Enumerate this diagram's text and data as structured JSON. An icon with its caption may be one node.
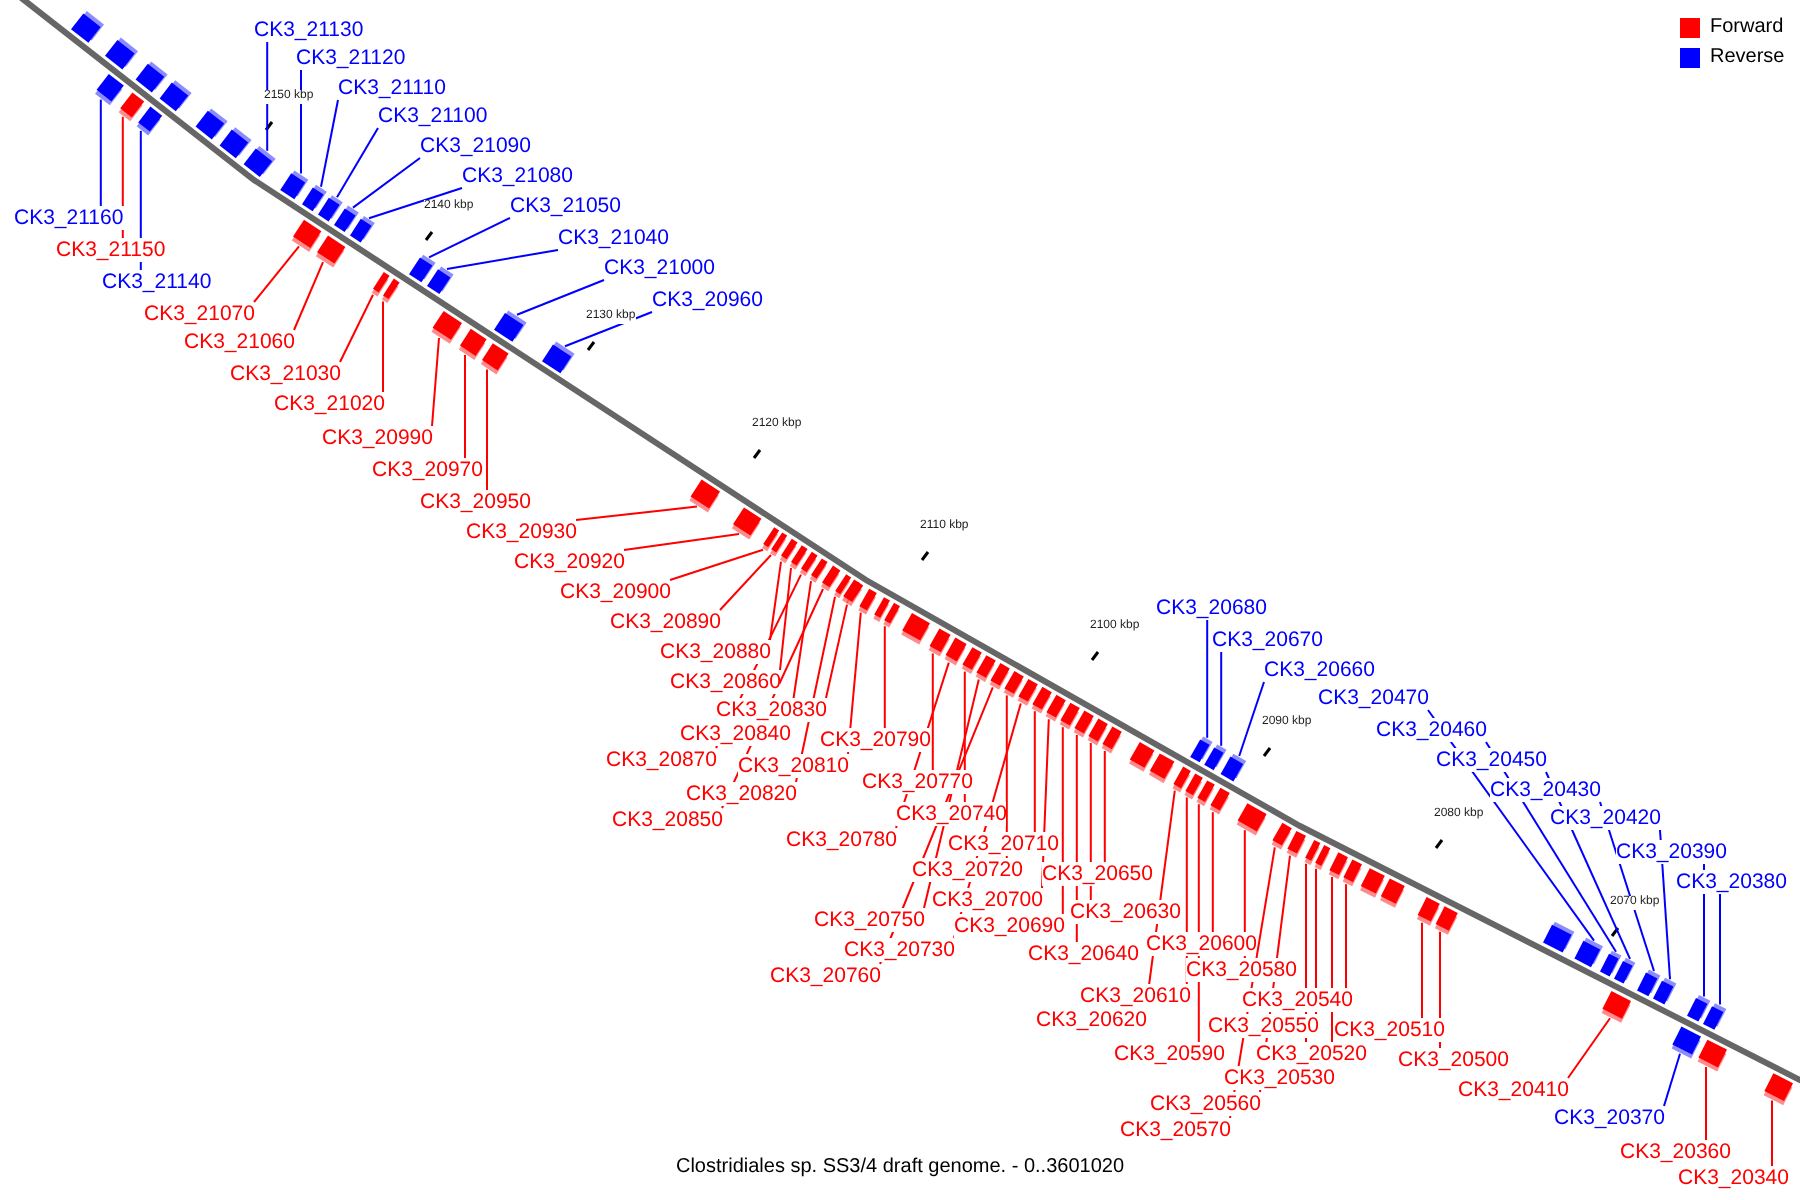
{
  "diagram": {
    "caption": "Clostridiales sp. SS3/4 draft genome. - 0..3601020",
    "nodes": [
      {
        "text": [
          "CK3_21130"
        ]
      },
      {
        "text": [
          "CK3_21120"
        ]
      },
      {
        "text": [
          "CK3_21110"
        ]
      },
      {
        "text": [
          "CK3_21100"
        ]
      },
      {
        "text": [
          "CK3_21090"
        ]
      },
      {
        "text": [
          "CK3_21080"
        ]
      },
      {
        "text": [
          "CK3_21160"
        ]
      },
      {
        "text": [
          "CK3_21050"
        ]
      },
      {
        "text": [
          "CK3_21040"
        ]
      },
      {
        "text": [
          "CK3_21150"
        ]
      },
      {
        "text": [
          "CK3_21000"
        ]
      },
      {
        "text": [
          "CK3_21140"
        ]
      },
      {
        "text": [
          "CK3_20960"
        ]
      },
      {
        "text": [
          "CK3_21070"
        ]
      },
      {
        "text": [
          "CK3_21060"
        ]
      },
      {
        "text": [
          "CK3_21030"
        ]
      },
      {
        "text": [
          "CK3_21020"
        ]
      },
      {
        "text": [
          "CK3_20990"
        ]
      },
      {
        "text": [
          "CK3_20970"
        ]
      },
      {
        "text": [
          "CK3_20950"
        ]
      },
      {
        "text": [
          "CK3_20930"
        ]
      },
      {
        "text": [
          "CK3_20920"
        ]
      },
      {
        "text": [
          "CK3_20900"
        ]
      },
      {
        "text": [
          "CK3_20680"
        ]
      },
      {
        "text": [
          "CK3_20890"
        ]
      },
      {
        "text": [
          "CK3_20670"
        ]
      },
      {
        "text": [
          "CK3_20880"
        ]
      },
      {
        "text": [
          "CK3_20660"
        ]
      },
      {
        "text": [
          "CK3_20860"
        ]
      },
      {
        "text": [
          "CK3_20470"
        ]
      },
      {
        "text": [
          "CK3_20830"
        ]
      },
      {
        "text": [
          "CK3_20460"
        ]
      },
      {
        "text": [
          "CK3_20840"
        ]
      },
      {
        "text": [
          "CK3_20790"
        ]
      },
      {
        "text": [
          "CK3_20450"
        ]
      },
      {
        "text": [
          "CK3_20870"
        ]
      },
      {
        "text": [
          "CK3_20810"
        ]
      },
      {
        "text": [
          "CK3_20770"
        ]
      },
      {
        "text": [
          "CK3_20430"
        ]
      },
      {
        "text": [
          "CK3_20820"
        ]
      },
      {
        "text": [
          "CK3_20740"
        ]
      },
      {
        "text": [
          "CK3_20420"
        ]
      },
      {
        "text": [
          "CK3_20850"
        ]
      },
      {
        "text": [
          "CK3_20780"
        ]
      },
      {
        "text": [
          "CK3_20710"
        ]
      },
      {
        "text": [
          "CK3_20390"
        ]
      },
      {
        "text": [
          "CK3_20720"
        ]
      },
      {
        "text": [
          "CK3_20650"
        ]
      },
      {
        "text": [
          "CK3_20380"
        ]
      },
      {
        "text": [
          "CK3_20700"
        ]
      },
      {
        "text": [
          "CK3_20630"
        ]
      },
      {
        "text": [
          "CK3_20750"
        ]
      },
      {
        "text": [
          "CK3_20690"
        ]
      },
      {
        "text": [
          "CK3_20600"
        ]
      },
      {
        "text": [
          "CK3_20730"
        ]
      },
      {
        "text": [
          "CK3_20640"
        ]
      },
      {
        "text": [
          "CK3_20580"
        ]
      },
      {
        "text": [
          "CK3_20760"
        ]
      },
      {
        "text": [
          "CK3_20610"
        ]
      },
      {
        "text": [
          "CK3_20540"
        ]
      },
      {
        "text": [
          "CK3_20620"
        ]
      },
      {
        "text": [
          "CK3_20550"
        ]
      },
      {
        "text": [
          "CK3_20510"
        ]
      },
      {
        "text": [
          "CK3_20590"
        ]
      },
      {
        "text": [
          "CK3_20520"
        ]
      },
      {
        "text": [
          "CK3_20500"
        ]
      },
      {
        "text": [
          "CK3_20530"
        ]
      },
      {
        "text": [
          "CK3_20410"
        ]
      },
      {
        "text": [
          "CK3_20560"
        ]
      },
      {
        "text": [
          "CK3_20370"
        ]
      },
      {
        "text": [
          "CK3_20570"
        ]
      },
      {
        "text": [
          "CK3_20360"
        ]
      },
      {
        "text": [
          "CK3_20340"
        ]
      },
      {
        "text": [],
        "shape": "bar"
      },
      {
        "text": [],
        "shape": "bar"
      },
      {
        "text": [],
        "shape": "bar"
      },
      {
        "text": [],
        "shape": "bar"
      },
      {
        "text": [],
        "shape": "bar"
      },
      {
        "text": [],
        "shape": "bar"
      },
      {
        "text": [],
        "shape": "bar"
      },
      {
        "text": [],
        "shape": "bar"
      },
      {
        "text": [],
        "shape": "bar"
      },
      {
        "text": [],
        "shape": "bar"
      },
      {
        "text": [],
        "shape": "bar"
      },
      {
        "text": [],
        "shape": "bar"
      },
      {
        "text": [],
        "shape": "bar"
      },
      {
        "text": [],
        "shape": "bar"
      },
      {
        "text": [],
        "shape": "bar"
      },
      {
        "text": [],
        "shape": "bar"
      },
      {
        "text": [],
        "shape": "bar"
      },
      {
        "text": [],
        "shape": "bar"
      },
      {
        "text": [],
        "shape": "bar"
      },
      {
        "text": [],
        "shape": "bar"
      },
      {
        "text": [],
        "shape": "bar"
      },
      {
        "text": [],
        "shape": "bar"
      },
      {
        "text": [],
        "shape": "bar"
      },
      {
        "text": [],
        "shape": "bar"
      },
      {
        "text": [],
        "shape": "bar"
      },
      {
        "text": [],
        "shape": "bar"
      },
      {
        "text": [],
        "shape": "bar"
      },
      {
        "text": [],
        "shape": "bar"
      },
      {
        "text": [],
        "shape": "bar"
      },
      {
        "text": [],
        "shape": "bar"
      },
      {
        "text": [],
        "shape": "bar"
      },
      {
        "text": [],
        "shape": "bar"
      },
      {
        "text": [],
        "shape": "bar"
      },
      {
        "text": [],
        "shape": "bar"
      },
      {
        "text": [],
        "shape": "bar"
      },
      {
        "text": [],
        "shape": "bar"
      },
      {
        "text": [],
        "shape": "bar"
      },
      {
        "text": [],
        "shape": "bar"
      },
      {
        "text": [],
        "shape": "bar"
      },
      {
        "text": [],
        "shape": "bar"
      },
      {
        "text": [],
        "shape": "bar"
      },
      {
        "text": [],
        "shape": "bar"
      },
      {
        "text": [],
        "shape": "bar"
      },
      {
        "text": [],
        "shape": "bar"
      },
      {
        "text": [],
        "shape": "bar"
      },
      {
        "text": [],
        "shape": "bar"
      },
      {
        "text": [],
        "shape": "bar"
      },
      {
        "text": [],
        "shape": "bar"
      },
      {
        "text": [],
        "shape": "bar"
      },
      {
        "text": [],
        "shape": "bar"
      },
      {
        "text": [],
        "shape": "bar"
      },
      {
        "text": [],
        "shape": "bar"
      },
      {
        "text": [],
        "shape": "bar"
      },
      {
        "text": [],
        "shape": "bar"
      },
      {
        "text": [],
        "shape": "bar"
      },
      {
        "text": [],
        "shape": "bar"
      },
      {
        "text": [],
        "shape": "bar"
      },
      {
        "text": [],
        "shape": "bar"
      },
      {
        "text": [],
        "shape": "bar"
      },
      {
        "text": [],
        "shape": "bar"
      },
      {
        "text": [],
        "shape": "bar"
      },
      {
        "text": [],
        "shape": "bar"
      },
      {
        "text": [],
        "shape": "bar"
      },
      {
        "text": [],
        "shape": "bar"
      },
      {
        "text": [],
        "shape": "bar"
      },
      {
        "text": [],
        "shape": "bar"
      },
      {
        "text": [],
        "shape": "bar"
      },
      {
        "text": [],
        "shape": "bar"
      },
      {
        "text": [],
        "shape": "bar"
      },
      {
        "text": [],
        "shape": "bar"
      },
      {
        "text": [],
        "shape": "bar"
      },
      {
        "text": [],
        "shape": "bar"
      },
      {
        "text": [],
        "shape": "bar"
      },
      {
        "text": [],
        "shape": "bar"
      },
      {
        "text": [],
        "shape": "bar"
      },
      {
        "text": [],
        "shape": "bar"
      },
      {
        "text": [],
        "shape": "bar"
      },
      {
        "text": [],
        "shape": "bar"
      },
      {
        "text": [],
        "shape": "bar"
      },
      {
        "text": [],
        "shape": "bar"
      },
      {
        "text": [],
        "shape": "bar"
      },
      {
        "text": [],
        "shape": "bar"
      },
      {
        "text": [],
        "shape": "bar"
      },
      {
        "text": [],
        "shape": "bar"
      },
      {
        "text": [],
        "shape": "bar"
      },
      {
        "text": [],
        "shape": "bar"
      },
      {
        "text": [],
        "shape": "bar"
      }
    ],
    "edges": [
      {
        "from": 0,
        "to": 76,
        "arrow": "none",
        "color": "#0000ff"
      },
      {
        "from": 1,
        "to": 77,
        "arrow": "none",
        "color": "#0000ff"
      },
      {
        "from": 2,
        "to": 78,
        "arrow": "none",
        "color": "#0000ff"
      },
      {
        "from": 3,
        "to": 80,
        "arrow": "none",
        "color": "#0000ff"
      },
      {
        "from": 4,
        "to": 81,
        "arrow": "none",
        "color": "#0000ff"
      },
      {
        "from": 5,
        "to": 83,
        "arrow": "none",
        "color": "#0000ff"
      },
      {
        "from": 6,
        "to": 73,
        "arrow": "none",
        "color": "#0000ff"
      },
      {
        "from": 7,
        "to": 86,
        "arrow": "none",
        "color": "#0000ff"
      },
      {
        "from": 8,
        "to": 87,
        "arrow": "none",
        "color": "#0000ff"
      },
      {
        "from": 9,
        "to": 74,
        "arrow": "none"
      },
      {
        "from": 10,
        "to": 90,
        "arrow": "none",
        "color": "#0000ff"
      },
      {
        "from": 11,
        "to": 75,
        "arrow": "none",
        "color": "#0000ff"
      },
      {
        "from": 12,
        "to": 92,
        "arrow": "none",
        "color": "#0000ff"
      },
      {
        "from": 13,
        "to": 79,
        "arrow": "none"
      },
      {
        "from": 14,
        "to": 82,
        "arrow": "none"
      },
      {
        "from": 15,
        "to": 84,
        "arrow": "none"
      },
      {
        "from": 16,
        "to": 85,
        "arrow": "none"
      },
      {
        "from": 17,
        "to": 88,
        "arrow": "none"
      },
      {
        "from": 18,
        "to": 89,
        "arrow": "none"
      },
      {
        "from": 19,
        "to": 91,
        "arrow": "none"
      },
      {
        "from": 20,
        "to": 93,
        "arrow": "none"
      },
      {
        "from": 21,
        "to": 94,
        "arrow": "none"
      },
      {
        "from": 22,
        "to": 95,
        "arrow": "none"
      },
      {
        "from": 23,
        "to": 120,
        "arrow": "none",
        "color": "#0000ff"
      },
      {
        "from": 24,
        "to": 96,
        "arrow": "none"
      },
      {
        "from": 25,
        "to": 122,
        "arrow": "none",
        "color": "#0000ff"
      },
      {
        "from": 26,
        "to": 97,
        "arrow": "none"
      },
      {
        "from": 27,
        "to": 124,
        "arrow": "none",
        "color": "#0000ff"
      },
      {
        "from": 28,
        "to": 98,
        "arrow": "none"
      },
      {
        "from": 29,
        "to": 135,
        "arrow": "none",
        "color": "#0000ff"
      },
      {
        "from": 30,
        "to": 103,
        "arrow": "none"
      },
      {
        "from": 31,
        "to": 136,
        "arrow": "none",
        "color": "#0000ff"
      },
      {
        "from": 32,
        "to": 100,
        "arrow": "none"
      },
      {
        "from": 33,
        "to": 105,
        "arrow": "none"
      },
      {
        "from": 34,
        "to": 137,
        "arrow": "none",
        "color": "#0000ff"
      },
      {
        "from": 35,
        "to": 99,
        "arrow": "none"
      },
      {
        "from": 36,
        "to": 104,
        "arrow": "none"
      },
      {
        "from": 37,
        "to": 106,
        "arrow": "none"
      },
      {
        "from": 38,
        "to": 139,
        "arrow": "none",
        "color": "#0000ff"
      },
      {
        "from": 39,
        "to": 102,
        "arrow": "none"
      },
      {
        "from": 40,
        "to": 108,
        "arrow": "none"
      },
      {
        "from": 41,
        "to": 140,
        "arrow": "none",
        "color": "#0000ff"
      },
      {
        "from": 42,
        "to": 101,
        "arrow": "none"
      },
      {
        "from": 43,
        "to": 107,
        "arrow": "none"
      },
      {
        "from": 44,
        "to": 113,
        "arrow": "none"
      },
      {
        "from": 45,
        "to": 141,
        "arrow": "none",
        "color": "#0000ff"
      },
      {
        "from": 46,
        "to": 111,
        "arrow": "none"
      },
      {
        "from": 47,
        "to": 118,
        "arrow": "none"
      },
      {
        "from": 48,
        "to": 143,
        "arrow": "none",
        "color": "#0000ff"
      },
      {
        "from": 49,
        "to": 114,
        "arrow": "none"
      },
      {
        "from": 50,
        "to": 117,
        "arrow": "none"
      },
      {
        "from": 51,
        "to": 109,
        "arrow": "none"
      },
      {
        "from": 52,
        "to": 115,
        "arrow": "none"
      },
      {
        "from": 53,
        "to": 125,
        "arrow": "none"
      },
      {
        "from": 54,
        "to": 112,
        "arrow": "none"
      },
      {
        "from": 55,
        "to": 116,
        "arrow": "none"
      },
      {
        "from": 56,
        "to": 126,
        "arrow": "none"
      },
      {
        "from": 57,
        "to": 110,
        "arrow": "none"
      },
      {
        "from": 58,
        "to": 121,
        "arrow": "none"
      },
      {
        "from": 59,
        "to": 132,
        "arrow": "none"
      },
      {
        "from": 60,
        "to": 119,
        "arrow": "none"
      },
      {
        "from": 61,
        "to": 130,
        "arrow": "none"
      },
      {
        "from": 62,
        "to": 133,
        "arrow": "none"
      },
      {
        "from": 63,
        "to": 123,
        "arrow": "none"
      },
      {
        "from": 64,
        "to": 131,
        "arrow": "none"
      },
      {
        "from": 65,
        "to": 134,
        "arrow": "none"
      },
      {
        "from": 66,
        "to": 129,
        "arrow": "none"
      },
      {
        "from": 67,
        "to": 138,
        "arrow": "none"
      },
      {
        "from": 68,
        "to": 128,
        "arrow": "none"
      },
      {
        "from": 69,
        "to": 142,
        "arrow": "none",
        "color": "#0000ff"
      },
      {
        "from": 70,
        "to": 127,
        "arrow": "none"
      },
      {
        "from": 71,
        "to": 144,
        "arrow": "none"
      },
      {
        "from": 72,
        "to": 145,
        "arrow": "none"
      }
    ],
    "labels": [
      "2150 kbp",
      "2140 kbp",
      "2130 kbp",
      "2120 kbp",
      "2110 kbp",
      "2100 kbp",
      "2090 kbp",
      "2080 kbp",
      "2070 kbp"
    ],
    "legend": [
      {
        "text": "Forward",
        "color": "#ff0000"
      },
      {
        "text": "Reverse",
        "color": "#0000ff"
      }
    ]
  }
}
